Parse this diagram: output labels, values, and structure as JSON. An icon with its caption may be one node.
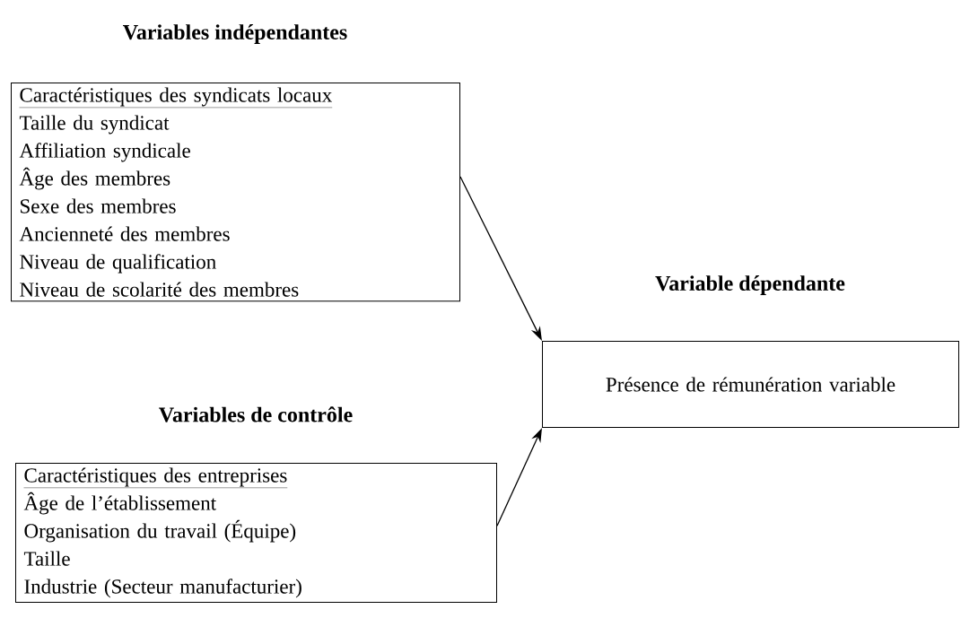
{
  "diagram": {
    "nodes": [
      {
        "text": [
          "Variables indépendantes",
          "Caractéristiques des syndicats locaux",
          "Taille du syndicat",
          "Affiliation syndicale",
          "Âge des membres",
          "Sexe des membres",
          "Ancienneté des membres",
          "Niveau de qualification",
          "Niveau de scolarité des membres"
        ]
      },
      {
        "text": [
          "Variables de contrôle",
          "Caractéristiques des entreprises",
          "Âge de l’établissement",
          "Organisation du travail (Équipe)",
          "Taille",
          "Industrie (Secteur manufacturier)"
        ]
      },
      {
        "text": [
          "Variable dépendante",
          "Présence de rémunération variable"
        ]
      }
    ],
    "edges": [
      {
        "from": 0,
        "to": 2,
        "arrow": "to"
      },
      {
        "from": 1,
        "to": 2,
        "arrow": "to"
      }
    ]
  }
}
